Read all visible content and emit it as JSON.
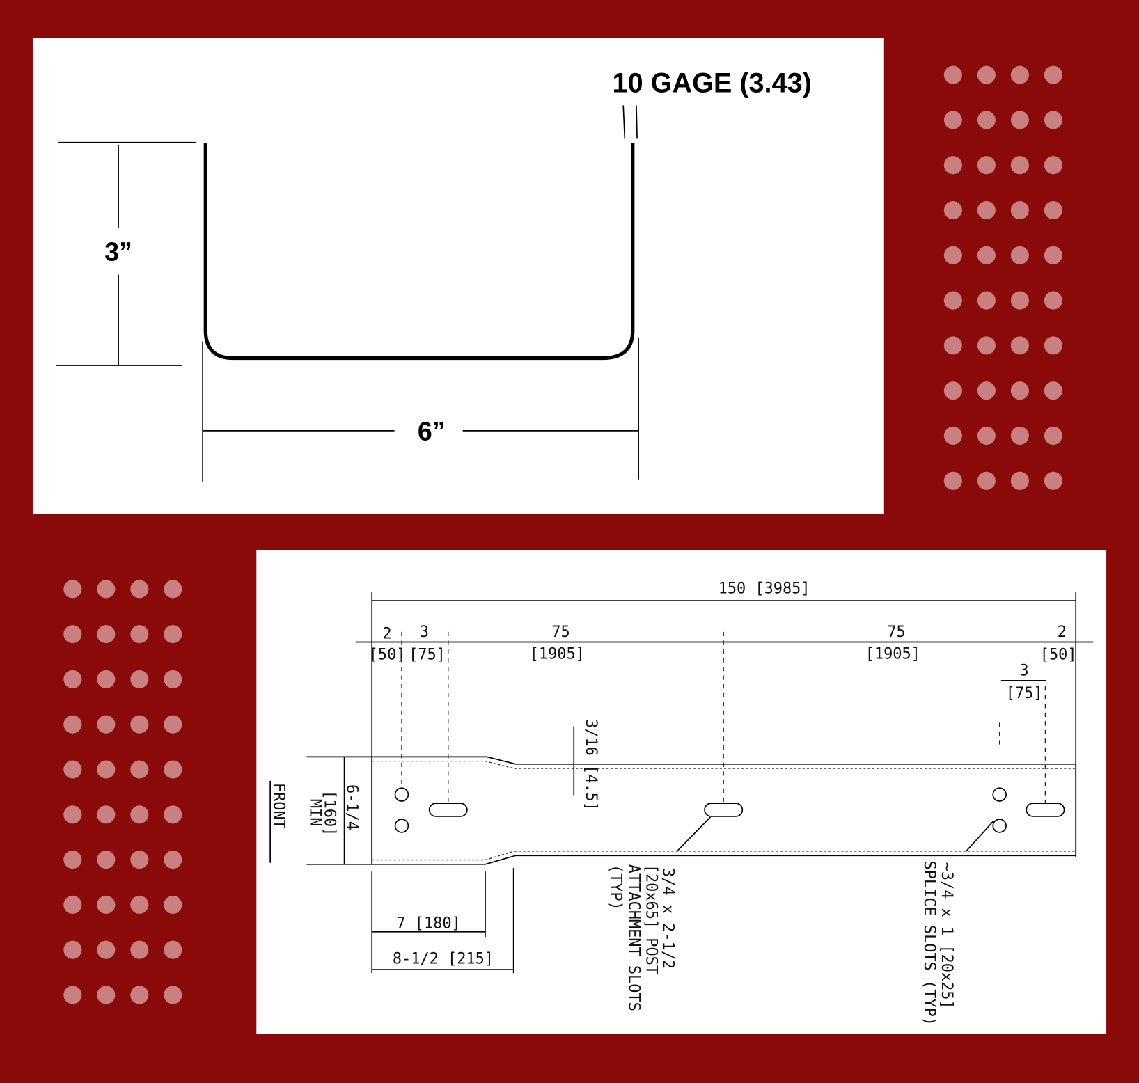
{
  "colors": {
    "background": "#8a0a0a",
    "panel": "#ffffff",
    "dots": "#c98080",
    "ink": "#000000"
  },
  "profile_drawing": {
    "gage_label": "10 GAGE (3.43)",
    "height_label": "3”",
    "width_label": "6”"
  },
  "rail_drawing": {
    "overall_length": "150 [3985]",
    "segments": [
      {
        "in": "2",
        "mm": "[50]"
      },
      {
        "in": "3",
        "mm": "[75]"
      },
      {
        "in": "75",
        "mm": "[1905]"
      },
      {
        "in": "75",
        "mm": "[1905]"
      },
      {
        "in": "2",
        "mm": "[50]"
      }
    ],
    "splice_offset": {
      "in": "3",
      "mm": "[75]"
    },
    "thickness": "3/16 [4.5]",
    "front_label": "FRONT",
    "height": {
      "in": "6-1/4",
      "mm": "[160]",
      "note": "MIN"
    },
    "taper_1": "7 [180]",
    "taper_2": "8-1/2 [215]",
    "post_slots": [
      "3/4 x 2-1/2",
      "[20x65] POST",
      "ATTACHMENT SLOTS",
      "(TYP)"
    ],
    "splice_slots": [
      "~3/4 x 1 [20x25]",
      "SPLICE SLOTS (TYP)"
    ]
  }
}
